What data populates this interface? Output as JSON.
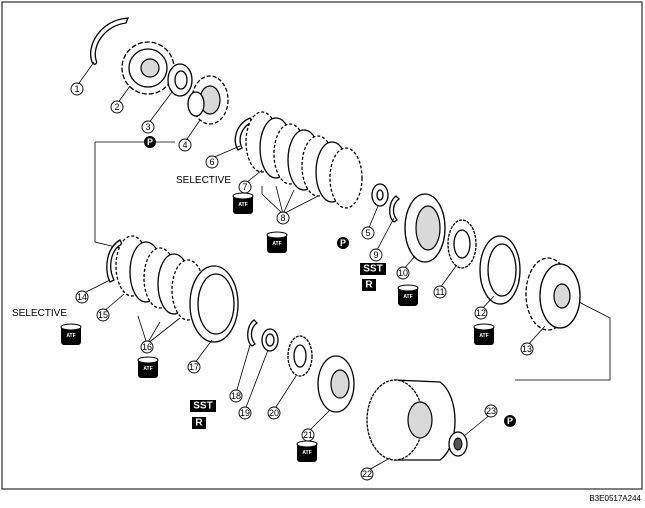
{
  "callouts": [
    "1",
    "2",
    "3",
    "4",
    "5",
    "6",
    "7",
    "8",
    "9",
    "10",
    "11",
    "12",
    "13",
    "14",
    "15",
    "16",
    "17",
    "18",
    "19",
    "20",
    "21",
    "22",
    "23"
  ],
  "labels": {
    "selective_upper": "SELECTIVE",
    "selective_lower": "SELECTIVE"
  },
  "badges": {
    "sst": "SST",
    "r": "R",
    "p": "P",
    "atf": "ATF"
  },
  "figure_ref": "B3E0517A244"
}
